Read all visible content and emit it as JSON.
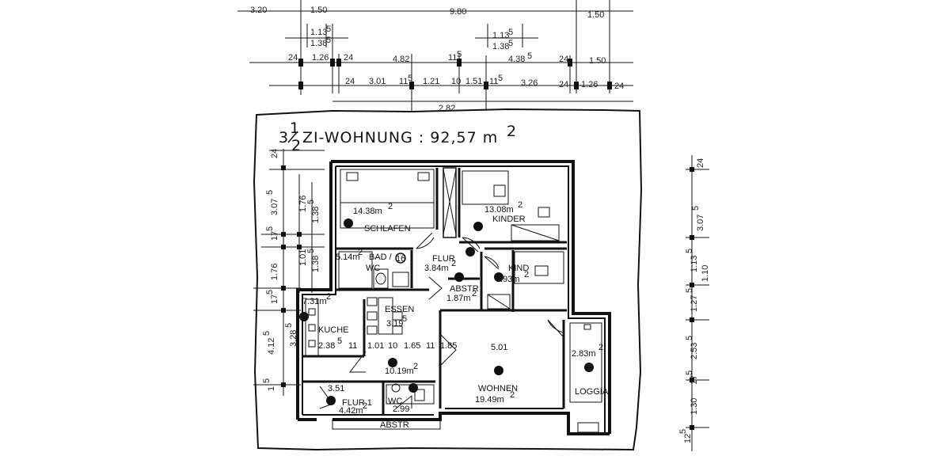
{
  "plan": {
    "title_num": "3",
    "title_frac_top": "1",
    "title_frac_bottom": "2",
    "title_text": "ZI-WOHNUNG  : 92,57 m",
    "title_sup": "2",
    "rooms": {
      "schlafen": {
        "area": "14.38m",
        "sup": "2",
        "name": "SCHLAFEN"
      },
      "kinder": {
        "area": "13.08m",
        "sup": "2",
        "name": "KINDER"
      },
      "bad": {
        "area": "5.14m",
        "sup": "2",
        "name1": "BAD /",
        "name2": "WC",
        "num": "16"
      },
      "flur": {
        "name": "FLUR",
        "area": "3.84m",
        "sup": "2"
      },
      "kind": {
        "name": "KIND",
        "area": "7.93m",
        "sup": "2"
      },
      "abstr": {
        "name": "ABSTR",
        "area": "1.87m",
        "sup": "2"
      },
      "kuche": {
        "area": "7.31m",
        "sup": "2",
        "name": "KUCHE"
      },
      "essen": {
        "name": "ESSEN",
        "dim": "3.19",
        "dim_sup": "5"
      },
      "essen_area": {
        "area": "10.19m",
        "sup": "2"
      },
      "wohnen": {
        "name": "WOHNEN",
        "area": "19.49m",
        "sup": "2",
        "dim": "5.01"
      },
      "loggia": {
        "area": "2.83m",
        "sup": "2",
        "name": "LOGGIA"
      },
      "flur1": {
        "name": "FLUR 1",
        "area": "4.42m",
        "sup": "2",
        "dim": "3.51"
      },
      "wc": {
        "name": "WC",
        "dim": "2.99"
      },
      "abstr2": {
        "name": "ABSTR"
      }
    },
    "dims_top": {
      "row1": [
        "3.20",
        "1.50",
        "9.80",
        "1.50"
      ],
      "row2": [
        "1.13",
        "5",
        "1.38",
        "5",
        "1.13",
        "5",
        "1.38",
        "5"
      ],
      "row3": [
        "24",
        "1.26",
        "24",
        "4.82",
        "11",
        "5",
        "4.38",
        "5",
        "24",
        "1.50"
      ],
      "row4": [
        "24",
        "3.01",
        "11",
        "5",
        "1.21",
        "10",
        "1.51",
        "11",
        "5",
        "3.26",
        "24",
        "1.26",
        "24"
      ],
      "row5": [
        "2.82"
      ]
    },
    "dims_left": [
      "24",
      "3.07",
      "5",
      "1.76",
      "1.38",
      "5",
      "17",
      "5",
      "1.01",
      "1.38",
      "5",
      "1.76",
      "17",
      "5",
      "3.28",
      "5",
      "4.12",
      "5",
      "1",
      "5"
    ],
    "dims_right": [
      "24",
      "3.07",
      "5",
      "1.13",
      "5",
      "1.10",
      "1.27",
      "5",
      "2.53",
      "5",
      "17",
      "5",
      "1.30",
      "12",
      "5"
    ],
    "dims_inner": [
      "2.38",
      "5",
      "11",
      "1.01",
      "10",
      "1.65",
      "11",
      "1.85"
    ]
  }
}
